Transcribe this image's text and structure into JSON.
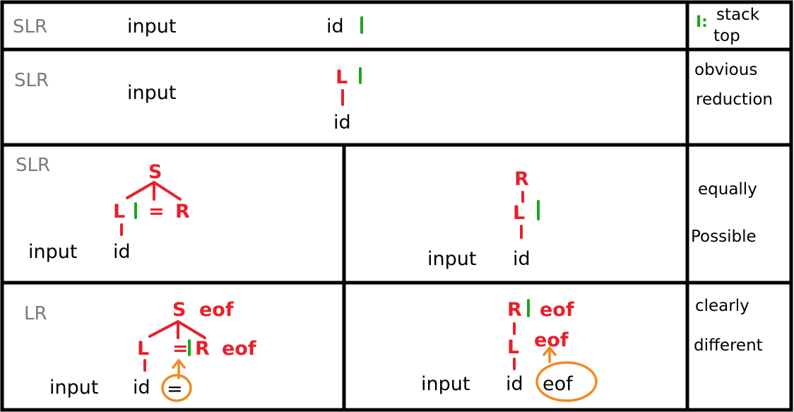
{
  "legend": {
    "marker": "I:",
    "line1": "stack",
    "line2": "top"
  },
  "rows": [
    {
      "parser": "SLR",
      "input_word": "input",
      "token": "id",
      "note_line1": "",
      "note_line2": ""
    },
    {
      "parser": "SLR",
      "input_word": "input",
      "node_L": "L",
      "token": "id",
      "note_line1": "obvious",
      "note_line2": "reduction"
    },
    {
      "parser": "SLR",
      "left": {
        "input_word": "input",
        "token": "id",
        "root": "S",
        "L": "L",
        "eq": "=",
        "R": "R"
      },
      "right": {
        "input_word": "input",
        "token": "id",
        "R": "R",
        "L": "L"
      },
      "note_line1": "equally",
      "note_line2": "Possible"
    },
    {
      "parser": "LR",
      "left": {
        "input_word": "input",
        "token": "id",
        "lookahead": "=",
        "root": "S",
        "eof1": "eof",
        "L": "L",
        "eq": "=",
        "R": "R",
        "eof2": "eof"
      },
      "right": {
        "input_word": "input",
        "token": "id",
        "lookahead": "eof",
        "R": "R",
        "eof1": "eof",
        "L": "L",
        "eof2": "eof"
      },
      "note_line1": "clearly",
      "note_line2": "different"
    }
  ],
  "colors": {
    "grammar": "#e8202a",
    "stack_top": "#1fa51f",
    "lookahead": "#f08a24",
    "label": "#7a7a7a"
  }
}
